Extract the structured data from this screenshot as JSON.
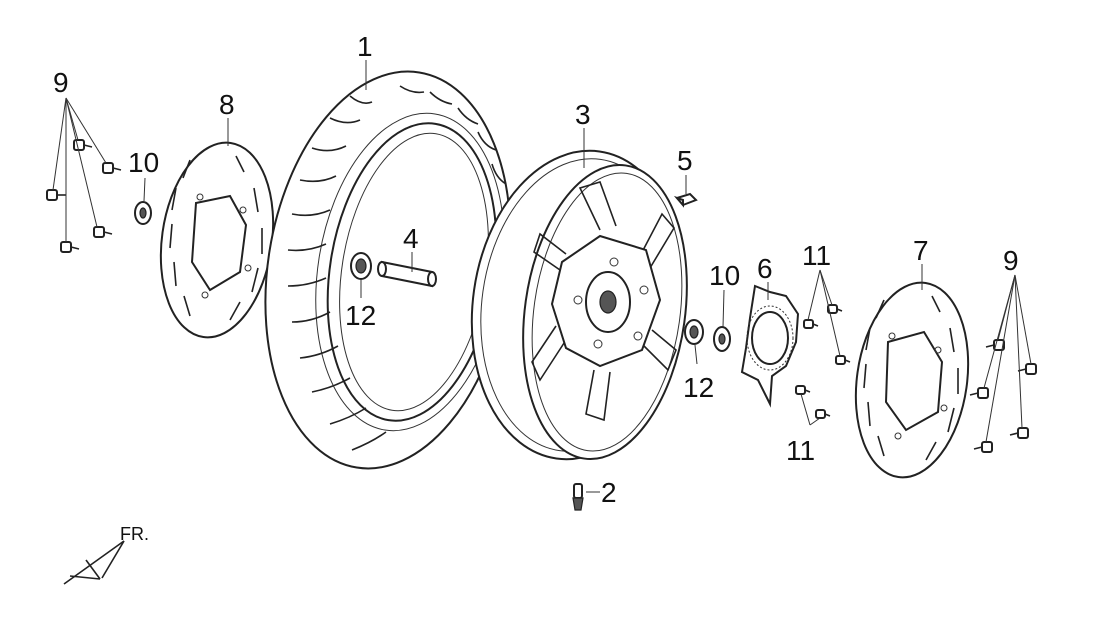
{
  "diagram": {
    "direction_marker": "FR.",
    "callouts": {
      "tire": "1",
      "valve": "2",
      "rim": "3",
      "collar": "4",
      "spacer": "5",
      "sensor_ring": "6",
      "disc_right": "7",
      "disc_left": "8",
      "bolts_left": "9",
      "bolts_right": "9",
      "washer_left": "10",
      "washer_right": "10",
      "screws_top": "11",
      "screws_bottom": "11",
      "bearing_left": "12",
      "bearing_right": "12"
    }
  }
}
